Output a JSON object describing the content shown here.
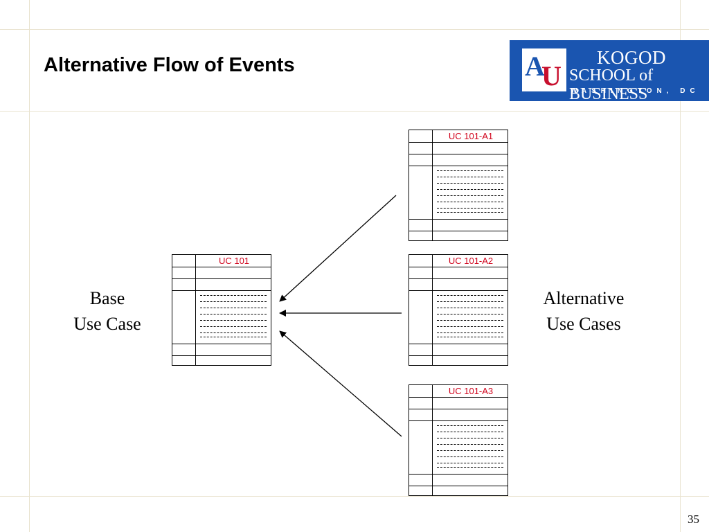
{
  "slide": {
    "title": "Alternative Flow of Events",
    "page_number": "35"
  },
  "logo": {
    "line1": "KOGOD",
    "line2": "SCHOOL of BUSINESS",
    "line3": "WASHINGTON, DC",
    "mark_a": "A",
    "mark_u": "U"
  },
  "labels": {
    "base_line1": "Base",
    "base_line2": "Use Case",
    "alt_line1": "Alternative",
    "alt_line2": "Use Cases"
  },
  "use_cases": {
    "base": "UC 101",
    "alt1": "UC 101-A1",
    "alt2": "UC 101-A2",
    "alt3": "UC 101-A3"
  },
  "colors": {
    "uc_label": "#d0021b",
    "logo_bg": "#1a55b0"
  }
}
